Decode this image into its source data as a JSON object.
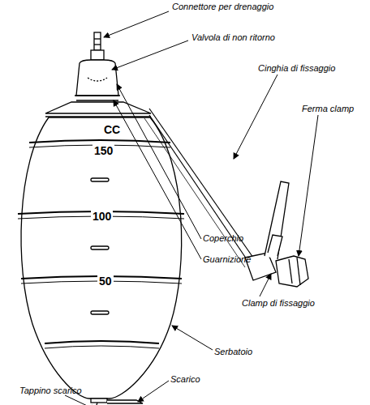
{
  "diagram": {
    "labels": [
      "Connettore per drenaggio",
      "Valvola di non ritorno",
      "Cinghia di fissaggio",
      "Ferma clamp",
      "Coperchio",
      "Guarnizione",
      "Clamp di fissaggio",
      "Serbatoio",
      "Scarico",
      "Tappino scarico",
      "CC",
      "150",
      "100",
      "50"
    ]
  }
}
